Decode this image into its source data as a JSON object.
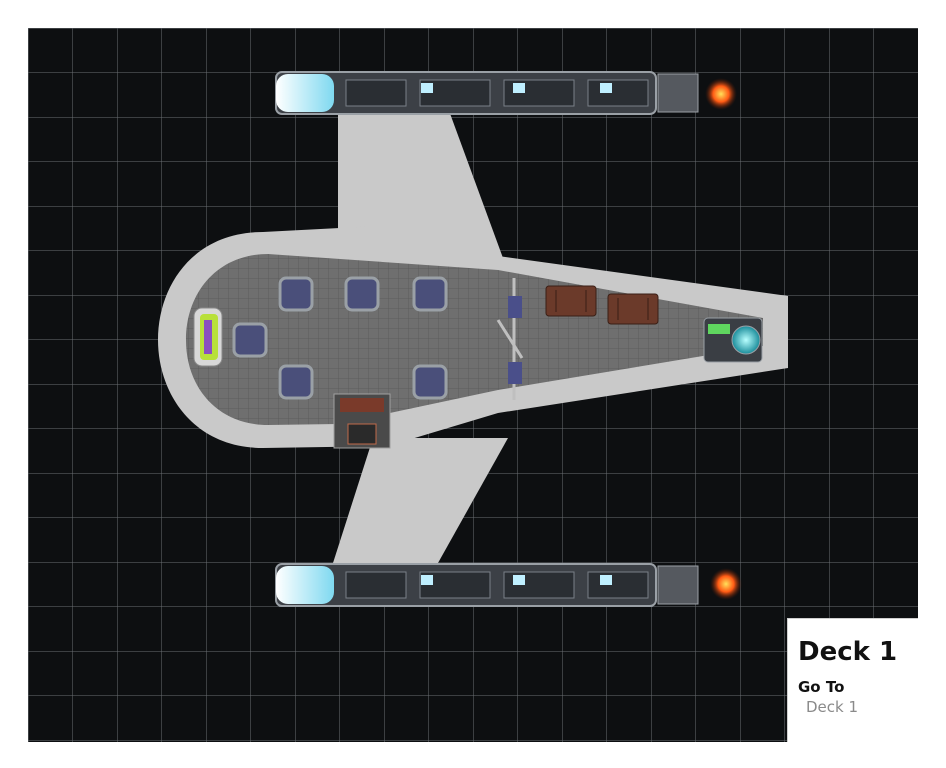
{
  "deck_panel": {
    "title": "Deck 1",
    "goto_label": "Go To",
    "goto_link": "Deck 1"
  },
  "colors": {
    "space_background": "#0d0f11",
    "grid_lines": "#6a6f74",
    "hull_outline": "#c9c9c9",
    "hull_floor": "#6f6f6f",
    "engine_glow": "#bfefff",
    "thruster_fire": "#ff5a14",
    "console_screen": "#3fd6d8",
    "cargo_crate": "#6b3a2a",
    "seat_color": "#4a4f7a",
    "sofa_color": "#b8e03a"
  },
  "icons": {
    "engine": "engine-nacelle-icon",
    "seat": "seat-icon",
    "crate": "cargo-crate-icon",
    "console": "navigation-console-icon",
    "door": "door-icon",
    "airlock": "airlock-icon",
    "thruster": "thruster-flame-icon",
    "sofa": "sofa-icon"
  }
}
